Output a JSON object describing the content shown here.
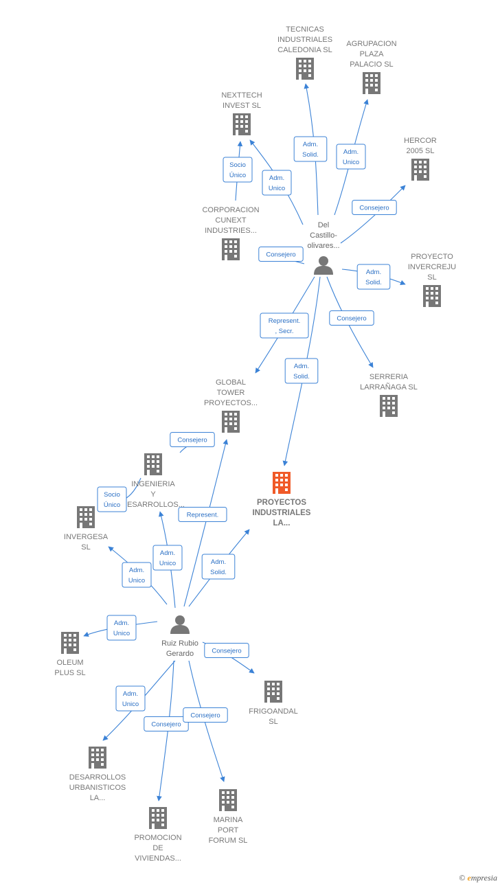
{
  "colors": {
    "edge": "#3b82d6",
    "company": "#777777",
    "focus": "#f05a28",
    "person": "#777777"
  },
  "nodes": [
    {
      "id": "tecnicas",
      "type": "company",
      "label": [
        "TECNICAS",
        "INDUSTRIALES",
        "CALEDONIA  SL"
      ]
    },
    {
      "id": "agrupacion",
      "type": "company",
      "label": [
        "AGRUPACION",
        "PLAZA",
        "PALACIO  SL"
      ]
    },
    {
      "id": "nexttech",
      "type": "company",
      "label": [
        "NEXTTECH",
        "INVEST  SL"
      ]
    },
    {
      "id": "hercor",
      "type": "company",
      "label": [
        "HERCOR",
        "2005 SL"
      ]
    },
    {
      "id": "corporacion",
      "type": "company",
      "label": [
        "CORPORACION",
        "CUNEXT",
        "INDUSTRIES..."
      ]
    },
    {
      "id": "delcastillo",
      "type": "person",
      "label": [
        "Del",
        "Castillo-",
        "olivares..."
      ]
    },
    {
      "id": "invercreju",
      "type": "company",
      "label": [
        "PROYECTO",
        "INVERCREJU",
        "SL"
      ]
    },
    {
      "id": "serreria",
      "type": "company",
      "label": [
        "SERRERIA",
        "LARRAÑAGA SL"
      ]
    },
    {
      "id": "global",
      "type": "company",
      "label": [
        "GLOBAL",
        "TOWER",
        "PROYECTOS..."
      ]
    },
    {
      "id": "proyectos",
      "type": "focus",
      "label": [
        "PROYECTOS",
        "INDUSTRIALES",
        "LA..."
      ]
    },
    {
      "id": "ingenieria",
      "type": "company",
      "label": [
        "INGENIERIA",
        "Y",
        "DESARROLLOS..."
      ]
    },
    {
      "id": "invergesa",
      "type": "company",
      "label": [
        "INVERGESA",
        "SL"
      ]
    },
    {
      "id": "ruiz",
      "type": "person",
      "label": [
        "Ruiz Rubio",
        "Gerardo"
      ]
    },
    {
      "id": "oleum",
      "type": "company",
      "label": [
        "OLEUM",
        "PLUS  SL"
      ]
    },
    {
      "id": "frigoandal",
      "type": "company",
      "label": [
        "FRIGOANDAL",
        "SL"
      ]
    },
    {
      "id": "desarrollos",
      "type": "company",
      "label": [
        "DESARROLLOS",
        "URBANISTICOS",
        "LA..."
      ]
    },
    {
      "id": "marina",
      "type": "company",
      "label": [
        "MARINA",
        "PORT",
        "FORUM SL"
      ]
    },
    {
      "id": "promocion",
      "type": "company",
      "label": [
        "PROMOCION",
        "DE",
        "VIVIENDAS..."
      ]
    }
  ],
  "edges": [
    {
      "from": "delcastillo",
      "to": "tecnicas",
      "label": [
        "Adm.",
        "Solid."
      ]
    },
    {
      "from": "delcastillo",
      "to": "agrupacion",
      "label": [
        "Adm.",
        "Unico"
      ]
    },
    {
      "from": "delcastillo",
      "to": "nexttech",
      "label": [
        "Adm.",
        "Unico"
      ]
    },
    {
      "from": "corporacion",
      "to": "nexttech",
      "label": [
        "Socio",
        "Único"
      ]
    },
    {
      "from": "delcastillo",
      "to": "hercor",
      "label": [
        "Consejero"
      ]
    },
    {
      "from": "delcastillo",
      "to": "corporacion",
      "label": [
        "Consejero"
      ]
    },
    {
      "from": "delcastillo",
      "to": "invercreju",
      "label": [
        "Adm.",
        "Solid."
      ]
    },
    {
      "from": "delcastillo",
      "to": "serreria",
      "label": [
        "Consejero"
      ]
    },
    {
      "from": "delcastillo",
      "to": "global",
      "label": [
        "Represent.",
        ", Secr."
      ]
    },
    {
      "from": "delcastillo",
      "to": "proyectos",
      "label": [
        "Adm.",
        "Solid."
      ]
    },
    {
      "from": "ruiz",
      "to": "global",
      "label": [
        "Represent."
      ]
    },
    {
      "from": "global",
      "to": "ingenieria",
      "label": [
        "Consejero"
      ]
    },
    {
      "from": "ingenieria",
      "to": "invergesa",
      "label": [
        "Socio",
        "Único"
      ]
    },
    {
      "from": "ruiz",
      "to": "ingenieria",
      "label": [
        "Adm.",
        "Unico"
      ]
    },
    {
      "from": "ruiz",
      "to": "invergesa",
      "label": [
        "Adm.",
        "Unico"
      ]
    },
    {
      "from": "ruiz",
      "to": "proyectos",
      "label": [
        "Adm.",
        "Solid."
      ]
    },
    {
      "from": "ruiz",
      "to": "oleum",
      "label": [
        "Adm.",
        "Unico"
      ]
    },
    {
      "from": "ruiz",
      "to": "frigoandal",
      "label": [
        "Consejero"
      ]
    },
    {
      "from": "ruiz",
      "to": "desarrollos",
      "label": [
        "Adm.",
        "Unico"
      ]
    },
    {
      "from": "ruiz",
      "to": "promocion",
      "label": [
        "Consejero"
      ]
    },
    {
      "from": "ruiz",
      "to": "marina",
      "label": [
        "Consejero"
      ]
    }
  ],
  "footer": {
    "copyright": "©",
    "brand_initial": "e",
    "brand_rest": "mpresia"
  }
}
